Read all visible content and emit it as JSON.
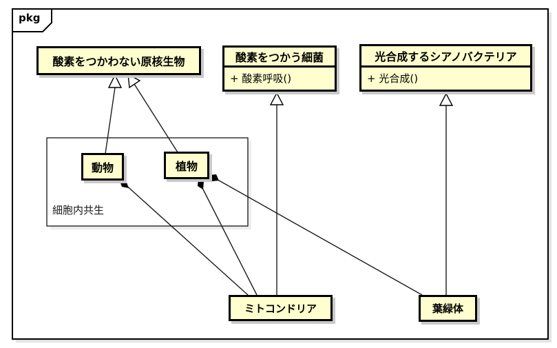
{
  "diagram": {
    "type": "uml-package-class-diagram",
    "package": {
      "tab_label": "pkg"
    },
    "classes": [
      {
        "id": "anaerobe",
        "title": "酸素をつかわない原核生物",
        "methods": []
      },
      {
        "id": "aerobe",
        "title": "酸素をつかう細菌",
        "methods": [
          "+ 酸素呼吸()"
        ]
      },
      {
        "id": "cyano",
        "title": "光合成するシアノバクテリア",
        "methods": [
          "+ 光合成()"
        ]
      },
      {
        "id": "animal",
        "title": "動物",
        "methods": []
      },
      {
        "id": "plant",
        "title": "植物",
        "methods": []
      },
      {
        "id": "mito",
        "title": "ミトコンドリア",
        "methods": []
      },
      {
        "id": "chloro",
        "title": "葉緑体",
        "methods": []
      }
    ],
    "group": {
      "label": "細胞内共生"
    },
    "relations": [
      {
        "from": "動物",
        "to": "酸素をつかわない原核生物",
        "type": "generalization"
      },
      {
        "from": "植物",
        "to": "酸素をつかわない原核生物",
        "type": "generalization"
      },
      {
        "from": "ミトコンドリア",
        "to": "酸素をつかう細菌",
        "type": "generalization"
      },
      {
        "from": "葉緑体",
        "to": "光合成するシアノバクテリア",
        "type": "generalization"
      },
      {
        "from": "動物",
        "to": "ミトコンドリア",
        "type": "composition"
      },
      {
        "from": "植物",
        "to": "ミトコンドリア",
        "type": "composition"
      },
      {
        "from": "植物",
        "to": "葉緑体",
        "type": "composition"
      }
    ],
    "colors": {
      "class_fill": "#fefece",
      "line": "#000000",
      "box_shadow": "#c9c9c9",
      "frame_shadow": "#e2e2e2",
      "background": "#ffffff"
    }
  }
}
